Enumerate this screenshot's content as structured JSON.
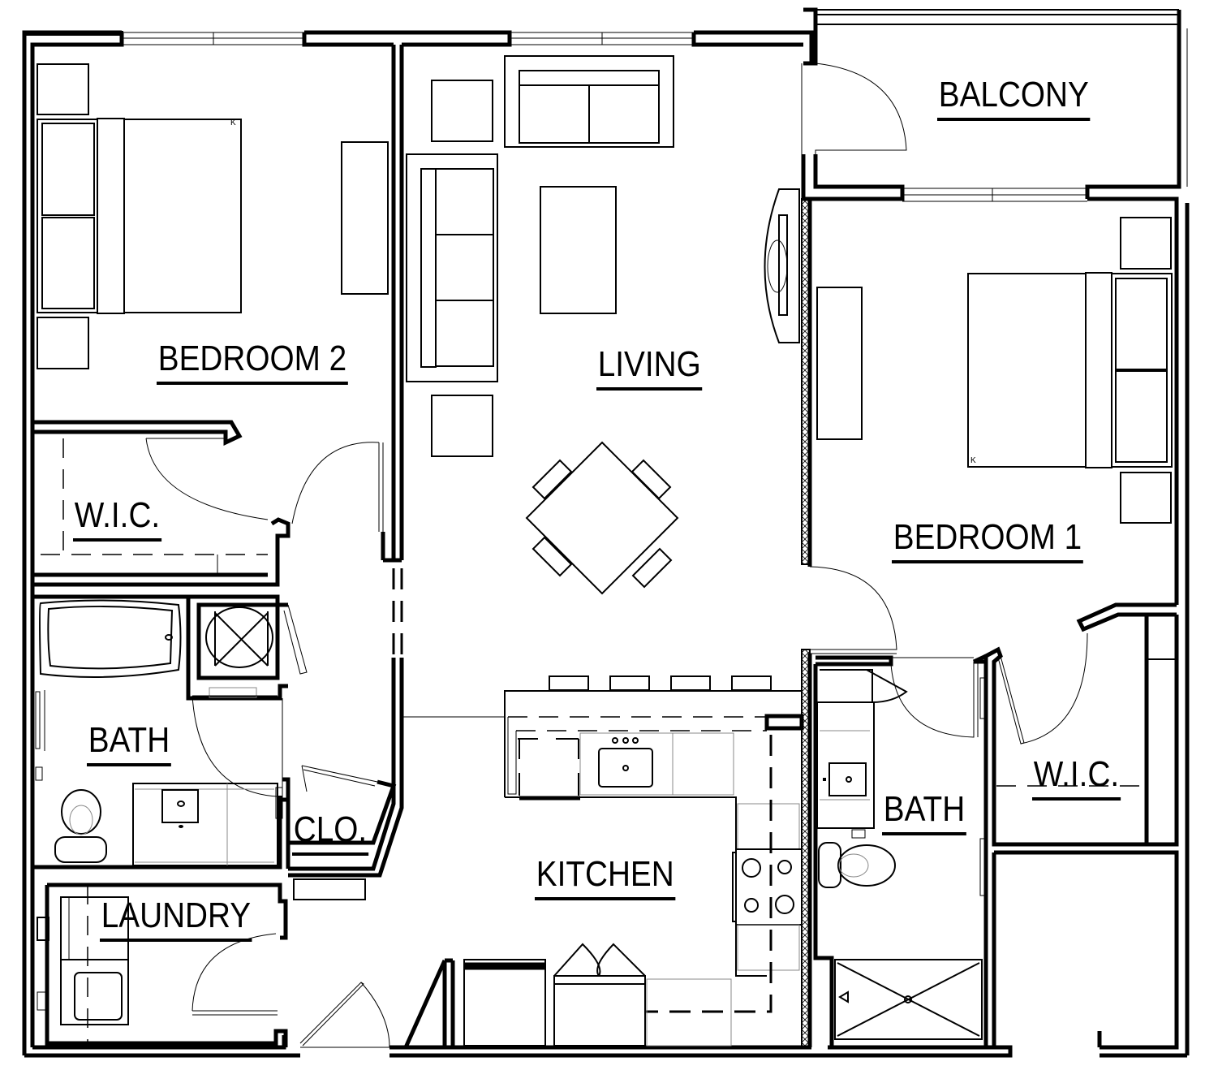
{
  "plan": {
    "colors": {
      "line": "#000000",
      "background": "#ffffff",
      "fixture_gray": "#888888"
    },
    "rooms": [
      {
        "id": "bedroom2",
        "label": "BEDROOM 2"
      },
      {
        "id": "living",
        "label": "LIVING"
      },
      {
        "id": "balcony",
        "label": "BALCONY"
      },
      {
        "id": "bedroom1",
        "label": "BEDROOM 1"
      },
      {
        "id": "wic_left",
        "label": "W.I.C."
      },
      {
        "id": "bath_left",
        "label": "BATH"
      },
      {
        "id": "closet",
        "label": "CLO."
      },
      {
        "id": "laundry",
        "label": "LAUNDRY"
      },
      {
        "id": "kitchen",
        "label": "KITCHEN"
      },
      {
        "id": "bath_right",
        "label": "BATH"
      },
      {
        "id": "wic_right",
        "label": "W.I.C."
      }
    ],
    "bed_marker": "K"
  }
}
